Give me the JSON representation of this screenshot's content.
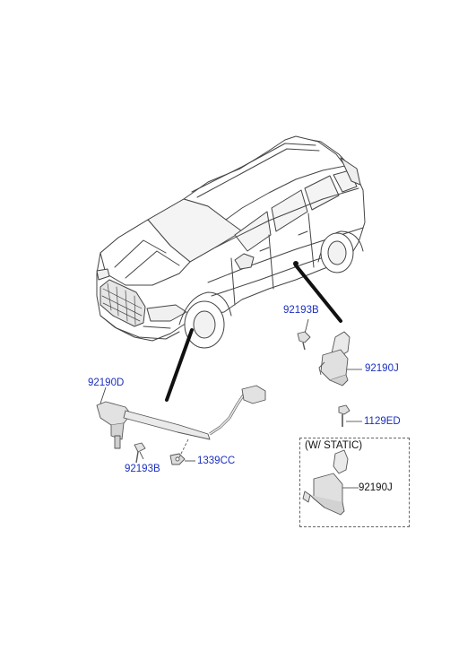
{
  "labels": {
    "p92193B_top": "92193B",
    "p92190J_main": "92190J",
    "p1129ED": "1129ED",
    "p92190D": "92190D",
    "p92193B_bottom": "92193B",
    "p1339CC": "1339CC",
    "p92190J_variant": "92190J"
  },
  "variant": {
    "title": "(W/ STATIC)"
  },
  "colors": {
    "link_label": "#1a2fbf",
    "plain_label": "#111111",
    "line": "#333333"
  }
}
